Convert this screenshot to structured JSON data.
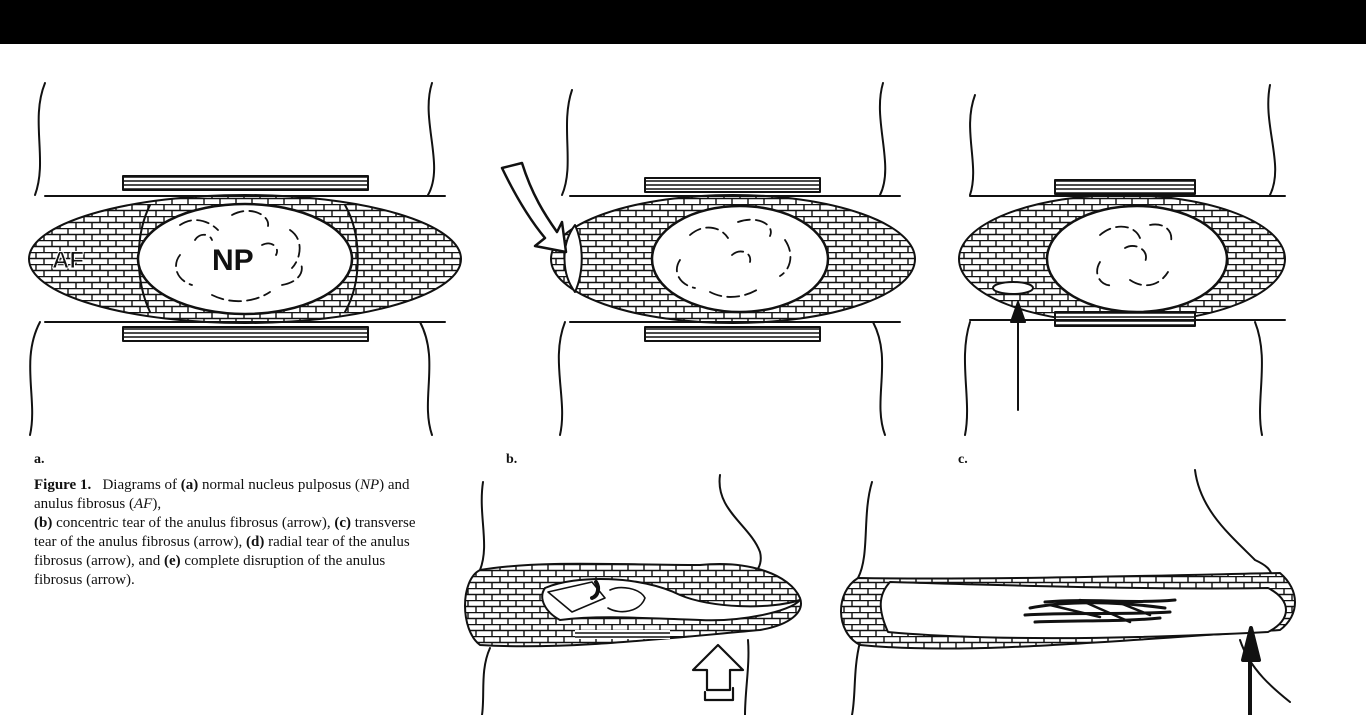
{
  "figure": {
    "panels": [
      {
        "id": "a",
        "letter": "a.",
        "labels": {
          "af": "AF",
          "np": "NP"
        }
      },
      {
        "id": "b",
        "letter": "b."
      },
      {
        "id": "c",
        "letter": "c."
      },
      {
        "id": "d"
      },
      {
        "id": "e"
      }
    ],
    "caption": {
      "figure_label": "Figure 1.",
      "t1": "Diagrams of ",
      "a_mark": "(a)",
      "t2": " normal nucleus pulposus (",
      "np_abbr": "NP",
      "t3": ") and anulus fibrosus (",
      "af_abbr": "AF",
      "t4": "),",
      "b_mark": "(b)",
      "t5": " concentric tear of the anulus fibrosus (arrow), ",
      "c_mark": "(c)",
      "t6": " transverse tear of the anulus fibrosus (arrow), ",
      "d_mark": "(d)",
      "t7": " radial tear of the anulus fibrosus (arrow), and ",
      "e_mark": "(e)",
      "t8": " complete disruption of the anulus fibrosus (arrow)."
    }
  }
}
